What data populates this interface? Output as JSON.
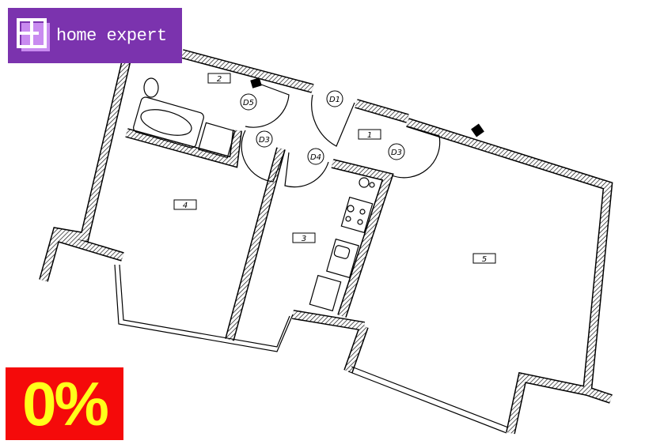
{
  "logo": {
    "text": "home expert",
    "brand_color": "#7b33ae"
  },
  "badge": {
    "text": "0%",
    "background": "#f50a0a",
    "text_color": "#ffff1a"
  },
  "plan": {
    "rooms": [
      "1",
      "2",
      "3",
      "4",
      "5"
    ],
    "doors": [
      "D1",
      "D3",
      "D3",
      "D4",
      "D5"
    ]
  }
}
